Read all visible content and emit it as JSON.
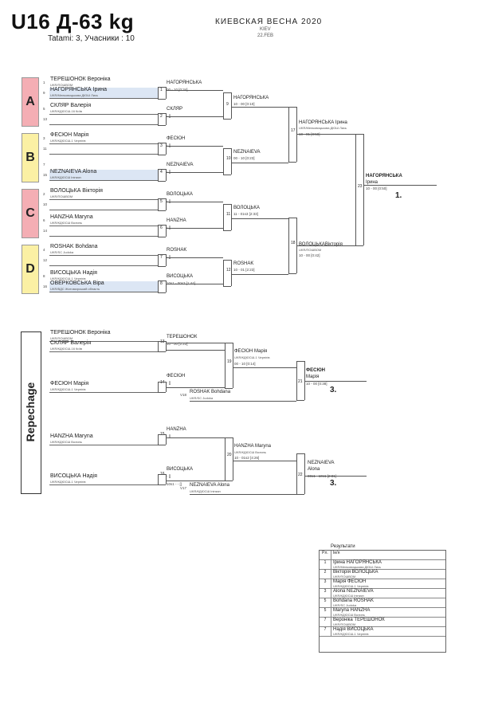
{
  "header": {
    "title": "U16 Д-63 kg",
    "tatami": "Tatami: 3, Учасники : 10",
    "event": "КИЕВСКАЯ ВЕСНА 2020",
    "city": "KIEV",
    "date": "22.FEB"
  },
  "pools": [
    "A",
    "B",
    "C",
    "D"
  ],
  "entries": [
    {
      "seed": "1",
      "name": "ТЕРЕШОНОК Вероніка",
      "club": "UKR/ПОШВОМ"
    },
    {
      "seed": "9",
      "name": "НАГОРЯНСЬКА Ірина",
      "club": "UKR/Мелковицькова ДЮШ Лись"
    },
    {
      "seed": "5",
      "name": "СКЛЯР Валерія",
      "club": "UKR/КДЮСШ-16 Київ"
    },
    {
      "seed": "13",
      "name": "",
      "club": ""
    },
    {
      "seed": "3",
      "name": "ФЕСЮН Марія",
      "club": "UKR/КДЮСШ-1 Чернігів"
    },
    {
      "seed": "11",
      "name": "",
      "club": ""
    },
    {
      "seed": "7",
      "name": "",
      "club": ""
    },
    {
      "seed": "15",
      "name": "NEZNAIEVA Alona",
      "club": "UKR/КДЮСШ Іпінкяп"
    },
    {
      "seed": "2",
      "name": "ВОЛОЦЬКА Вікторія",
      "club": "UKR/ПОШВОМ"
    },
    {
      "seed": "10",
      "name": "",
      "club": ""
    },
    {
      "seed": "6",
      "name": "HANZHA Maryna",
      "club": "UKR/КДЮСШ Волинь"
    },
    {
      "seed": "14",
      "name": "",
      "club": ""
    },
    {
      "seed": "4",
      "name": "ROSHAK Bohdana",
      "club": "UKR/SC Judoka"
    },
    {
      "seed": "12",
      "name": "",
      "club": ""
    },
    {
      "seed": "8",
      "name": "ВИСОЦЬКА Надія",
      "club": "UKR/КДЮСШ-1 Чернігів"
    },
    {
      "seed": "16",
      "name": "ОВЕРКОВСЬКА Віра",
      "club": "UKR/ВДС Житомирський область"
    }
  ],
  "r1": [
    {
      "num": "1",
      "w": "НАГОРЯНСЬКА",
      "s": "00 - 10 [0:34]"
    },
    {
      "num": "2",
      "w": "СКЛЯР",
      "s": "- []"
    },
    {
      "num": "3",
      "w": "ФЕСЮН",
      "s": "- []"
    },
    {
      "num": "4",
      "w": "NEZNAIEVA",
      "s": "- []"
    },
    {
      "num": "5",
      "w": "ВОЛОЦЬКА",
      "s": "- []"
    },
    {
      "num": "6",
      "w": "HANZHA",
      "s": "- []"
    },
    {
      "num": "7",
      "w": "ROSHAK",
      "s": "- []"
    },
    {
      "num": "8",
      "w": "ВИСОЦЬКА",
      "s": "10s1 - 00s3 [1:44]"
    }
  ],
  "r2": [
    {
      "num": "9",
      "w": "НАГОРЯНСЬКА",
      "s": "10 - 00 [0:10]"
    },
    {
      "num": "10",
      "w": "NEZNAIEVA",
      "s": "00 - 10 [0:23]"
    },
    {
      "num": "11",
      "w": "ВОЛОЦЬКА",
      "s": "11 - 01s3 [2:33]"
    },
    {
      "num": "12",
      "w": "ROSHAK",
      "s": "10 - 01 [2:23]"
    }
  ],
  "r3": [
    {
      "num": "17",
      "w": "НАГОРЯНСЬКА Ірина",
      "c": "UKR/Мелковицькова ДЮШ Лись",
      "s": "10 - 01 [0:50]"
    },
    {
      "num": "18",
      "w": "ВОЛОЦЬКАВікторія",
      "c": "UKR/ПОШВОМ",
      "s": "10 - 00 [0:42]"
    }
  ],
  "final": {
    "num": "23",
    "w": "НАГОРЯНСЬКА",
    "w2": "Ірина",
    "s": "10 - 00 [0:50]",
    "place": "1."
  },
  "repechage": {
    "label": "Repechage",
    "r13": {
      "num": "13",
      "a": "ТЕРЕШОНОК Вероніка",
      "ac": "UKR/ПОШВОМ",
      "b": "СКЛЯР Валерія",
      "bc": "UKR/КДЮСШ-16 Київ",
      "w": "ТЕРЕШОНОК",
      "s": "10 - 00 [2:23]"
    },
    "r14": {
      "num": "14",
      "a": "ФЕСЮН Марія",
      "ac": "UKR/КДЮСШ-1 Чернігів",
      "w": "ФЕСЮН",
      "s": "- []"
    },
    "r19": {
      "num": "19",
      "w": "ФЕСЮН Марія",
      "c": "UKR/КДЮСШ-1 Чернігів",
      "s": "00 - 10 [0:14]",
      "v": "V18",
      "vn": "ROSHAK Bohdana",
      "vc": "UKR/SC Judoka"
    },
    "r21": {
      "num": "21",
      "w": "ФЕСЮН",
      "w2": "Марія",
      "s": "10 - 00 [0:38]",
      "place": "3."
    },
    "r15": {
      "num": "15",
      "a": "HANZHA Maryna",
      "ac": "UKR/КДЮСШ Волинь",
      "w": "HANZHA",
      "s": "- []"
    },
    "r16": {
      "num": "16",
      "a": "ВИСОЦЬКА Надія",
      "ac": "UKR/КДЮСШ-1 Чернігів",
      "w": "ВИСОЦЬКА",
      "s": "- []"
    },
    "r20": {
      "num": "20",
      "w": "HANZHA Maryna",
      "c": "UKR/КДЮСШ Волинь",
      "s": "10 - 01s2 [4:26]",
      "v": "V17",
      "vn": "NEZNAIEVA Alona",
      "vc": "UKR/КДЮСШ Іпінкяп",
      "vs": "10s1 - - []"
    },
    "r22": {
      "num": "22",
      "w": "NEZNAIEVA",
      "w2": "Alona",
      "s": "00s1 - 10s1 [2:31]",
      "place": "3."
    }
  },
  "results": {
    "title": "Результати",
    "head": [
      "Рл.",
      "Ім'я"
    ],
    "rows": [
      {
        "p": "1",
        "n": "Ірина НАГОРЯНСЬКА",
        "c": "UKR/Мелковицькова ДЮШ Лись"
      },
      {
        "p": "2",
        "n": "Вікторія ВОЛОЦЬКА",
        "c": "UKR/ПОШВОМ"
      },
      {
        "p": "3",
        "n": "Марія ФЕСЮН",
        "c": "UKR/КДЮСШ-1 Чернігів"
      },
      {
        "p": "3",
        "n": "Alona NEZNAIEVA",
        "c": "UKR/КДЮСШ Іпінкяп"
      },
      {
        "p": "5",
        "n": "Bohdana ROSHAK",
        "c": "UKR/SC Judoka"
      },
      {
        "p": "5",
        "n": "Maryna HANZHA",
        "c": "UKR/КДЮСШ Волинь"
      },
      {
        "p": "7",
        "n": "Вероніка ТЕРЕШОНОК",
        "c": "UKR/ПОШВОМ"
      },
      {
        "p": "7",
        "n": "Надія ВИСОЦЬКА",
        "c": "UKR/КДЮСШ-1 Чернігів"
      }
    ]
  }
}
